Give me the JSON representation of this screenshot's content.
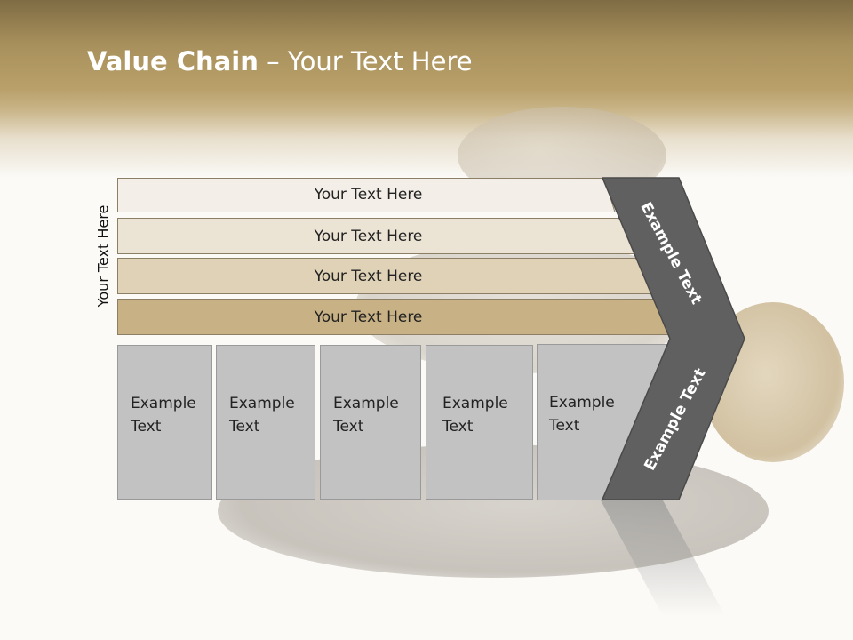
{
  "title": {
    "bold": "Value Chain",
    "rest": " – Your Text Here"
  },
  "side_label": "Your Text Here",
  "bars": [
    {
      "label": "Your Text Here",
      "fill": "#f3efe8"
    },
    {
      "label": "Your Text Here",
      "fill": "#ebe3d4"
    },
    {
      "label": "Your Text Here",
      "fill": "#e0d2b7"
    },
    {
      "label": "Your Text Here",
      "fill": "#c8b285"
    }
  ],
  "boxes": [
    {
      "line1": "Example",
      "line2": "Text"
    },
    {
      "line1": "Example",
      "line2": "Text"
    },
    {
      "line1": "Example",
      "line2": "Text"
    },
    {
      "line1": "Example",
      "line2": "Text"
    },
    {
      "line1": "Example",
      "line2": "Text"
    }
  ],
  "chevron": {
    "upper_text": "Example Text",
    "lower_text": "Example Text",
    "fill": "#606060"
  }
}
